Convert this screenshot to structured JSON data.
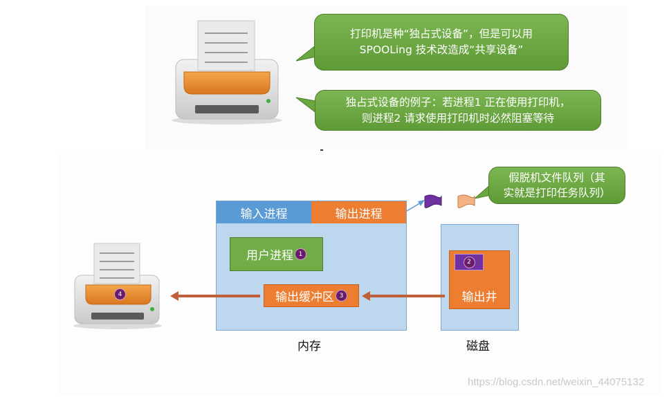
{
  "callouts": {
    "exclusive_1": "打印机是种“独占式设备”，但是可以用",
    "exclusive_2": "SPOOLing 技术改造成“共享设备”",
    "example_1": "独占式设备的例子：若进程1 正在使用打印机，",
    "example_2": "则进程2 请求使用打印机时必然阻塞等待",
    "queue_1": "假脱机文件队列（其",
    "queue_2": "实就是打印任务队列）"
  },
  "memory": {
    "input_process": "输入进程",
    "output_process": "输出进程",
    "user_process": "用户进程",
    "output_buffer": "输出缓冲区",
    "caption": "内存"
  },
  "disk": {
    "output_well": "输出井",
    "caption": "磁盘"
  },
  "badges": {
    "b1": "1",
    "b2": "2",
    "b3": "3",
    "b4": "4"
  },
  "watermark": "https://blog.csdn.net/weixin_44075132",
  "colors": {
    "green": "#70ad47",
    "blue": "#5b9bd5",
    "orange": "#ed7d31",
    "light_blue": "#bdd7ee",
    "purple_badge": "#6a1b6a"
  }
}
